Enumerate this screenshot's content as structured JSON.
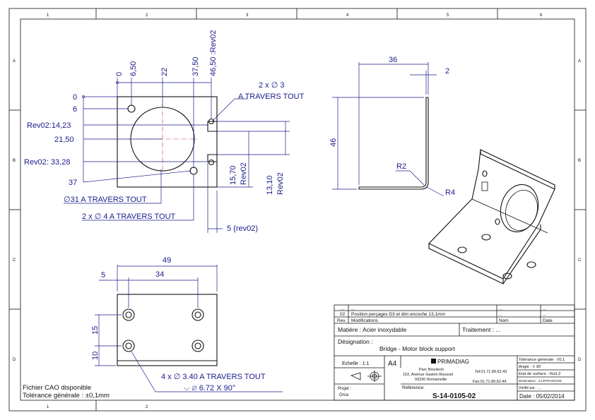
{
  "frame": {
    "cols": [
      "1",
      "2",
      "3",
      "4",
      "5",
      "6"
    ],
    "cols_bottom": [
      "1",
      "2"
    ],
    "rows": [
      "A",
      "B",
      "C",
      "D"
    ]
  },
  "top_view": {
    "dims_vertical": [
      "0",
      "6,50",
      "22",
      "37,50",
      "46,50 :Rev02"
    ],
    "dims_left": [
      "0",
      "6",
      "Rev02:14,23",
      "21,50",
      "Rev02: 33,28",
      "37"
    ],
    "dims_right": [
      "15,70",
      "Rev02",
      "13,10",
      "Rev02"
    ],
    "holes_note": [
      "2 x ∅ 3",
      "A TRAVERS TOUT"
    ],
    "bore_note": "∅31 A TRAVERS TOUT",
    "holes4_note": "2 x ∅ 4 A TRAVERS TOUT",
    "slot_dim": "5 (rev02)"
  },
  "side_view": {
    "dim_width": "36",
    "dim_thick": "2",
    "dim_height": "46",
    "r_inner": "R2",
    "r_outer": "R4"
  },
  "bottom_view": {
    "dim_width": "49",
    "dim_34": "34",
    "dim_5": "5",
    "dim_15": "15",
    "dim_10": "10",
    "note1": "4 x ∅ 3.40 A TRAVERS TOUT",
    "note2": "⌵  ∅ 6.72 X 90°"
  },
  "footer_notes": [
    "Fichier CAO disponible",
    "Tolérance générale : ±0,1mm"
  ],
  "title_block": {
    "rev_row1": {
      "dots": "...",
      "text": "...",
      "name": "...",
      "date": "..."
    },
    "rev_row2": {
      "rev": "02",
      "text": "Position perçages D3 et dim encoche 13,1mm",
      "name": "...",
      "date": "..."
    },
    "rev_header": {
      "rev": "Rev.",
      "mods": "Modifications",
      "name": "Nom",
      "date": "Date"
    },
    "matiere": "Matière : Acier inoxydable",
    "traitement": "Traitement : ...",
    "designation_label": "Désignation :",
    "designation": "Bridge - Motor block support",
    "echelle": "Echelle : 1:1",
    "format": "A4",
    "company_logo": "PRIMADIAG",
    "address": [
      "Parc Biocitech",
      "102, Avenue Gaston Roussel",
      "93230 Romainville"
    ],
    "tel": "Tel:01.71.89.62.43",
    "fax": "Fax:01.71.89.62.44",
    "tolerance": "Tolérance générale : ±0,1",
    "angle": "Angle : ± 30'",
    "surface": "Etat de surface : Ra3,2",
    "dessinateur": "Dessinateur : S.LEFRANCOIS",
    "verifie": "Vérifié par : ...",
    "projet_label": "Projet :",
    "projet": "Orca",
    "reference_label": "Référence:",
    "reference": "S-14-0105-02",
    "date": "Date : 05/02/2014"
  }
}
